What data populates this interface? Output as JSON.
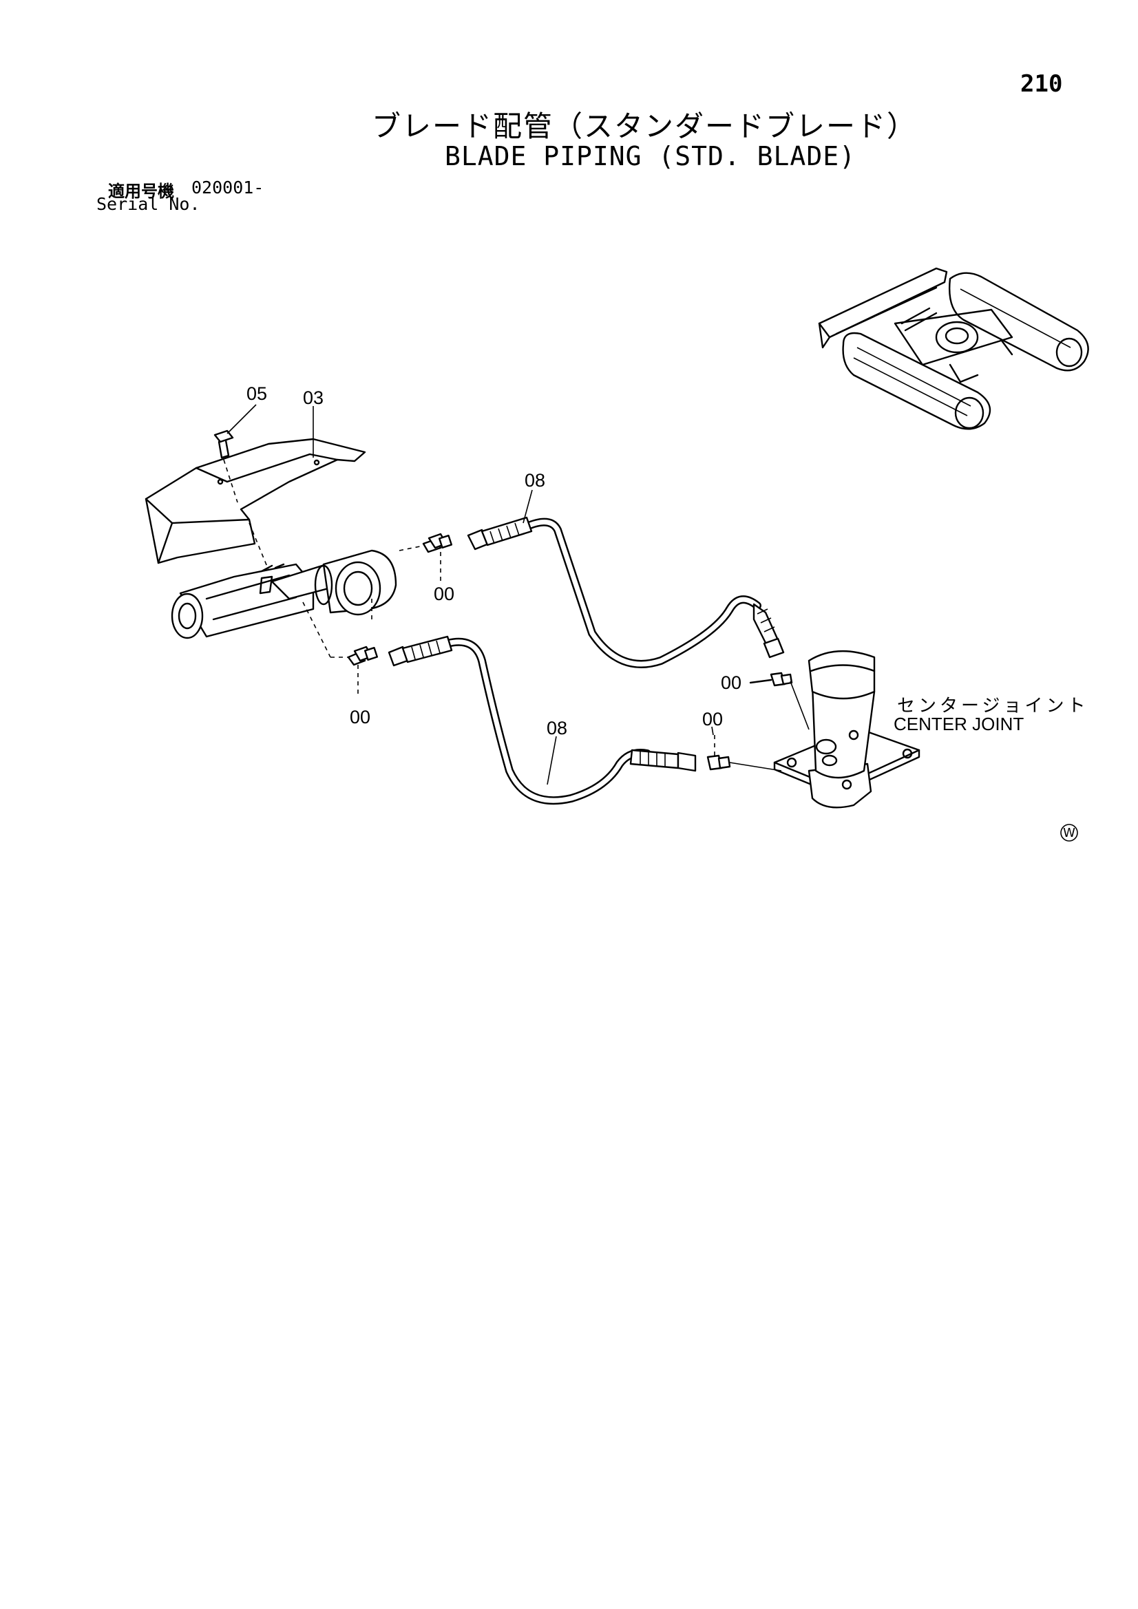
{
  "page_number": "210",
  "title": {
    "japanese": "ブレード配管（スタンダードブレード）",
    "english": "BLADE PIPING (STD. BLADE)"
  },
  "serial": {
    "label_japanese": "適用号機",
    "value": "020001-",
    "label_english": "Serial No."
  },
  "callouts": {
    "bolt": "05",
    "cover": "03",
    "hose_upper": "08",
    "hose_lower": "08",
    "fitting_cylinder_top": "00",
    "fitting_cylinder_bottom": "00",
    "fitting_joint_top": "00",
    "fitting_joint_bottom": "00"
  },
  "center_joint": {
    "label_japanese": "センタージョイント",
    "label_english": "CENTER JOINT"
  },
  "mark": "W"
}
